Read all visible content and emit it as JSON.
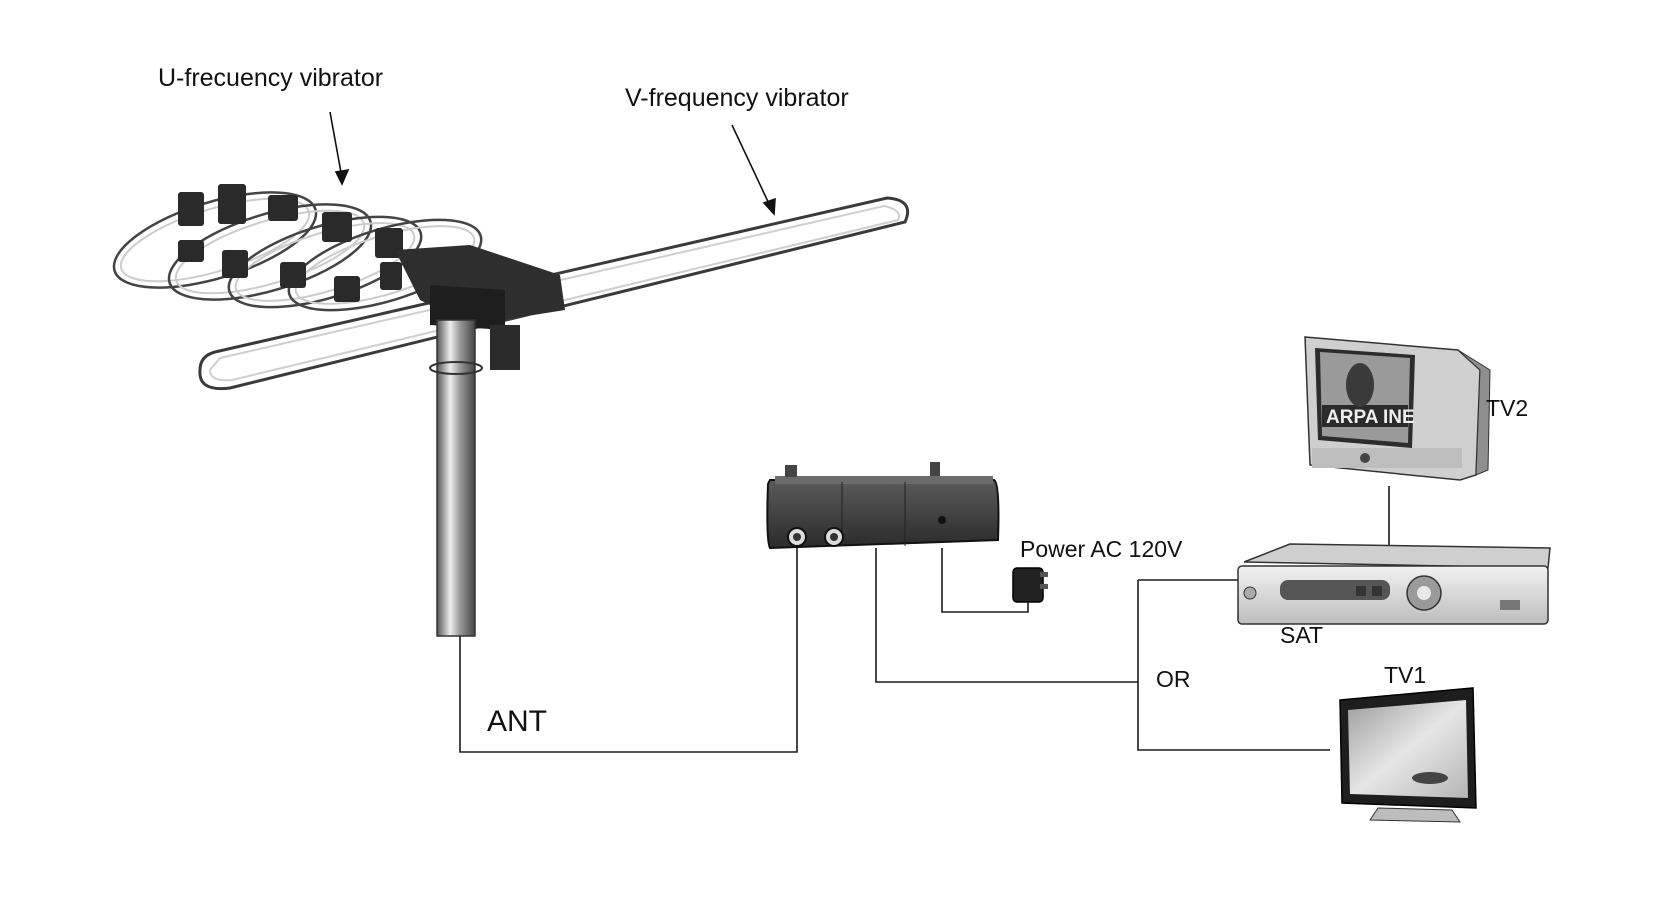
{
  "labels": {
    "u_vibrator": "U-frecuency vibrator",
    "v_vibrator": "V-frequency vibrator",
    "ant": "ANT",
    "power": "Power AC 120V",
    "or": "OR",
    "sat": "SAT",
    "tv1": "TV1",
    "tv2": "TV2"
  },
  "tv2_screen_text": "ARPA INE",
  "colors": {
    "line": "#1a1a1a",
    "metal": "#bdbdbd",
    "dark": "#2a2a2a",
    "box": "#3a3a3a",
    "sat_body": "#d9d9d9"
  }
}
